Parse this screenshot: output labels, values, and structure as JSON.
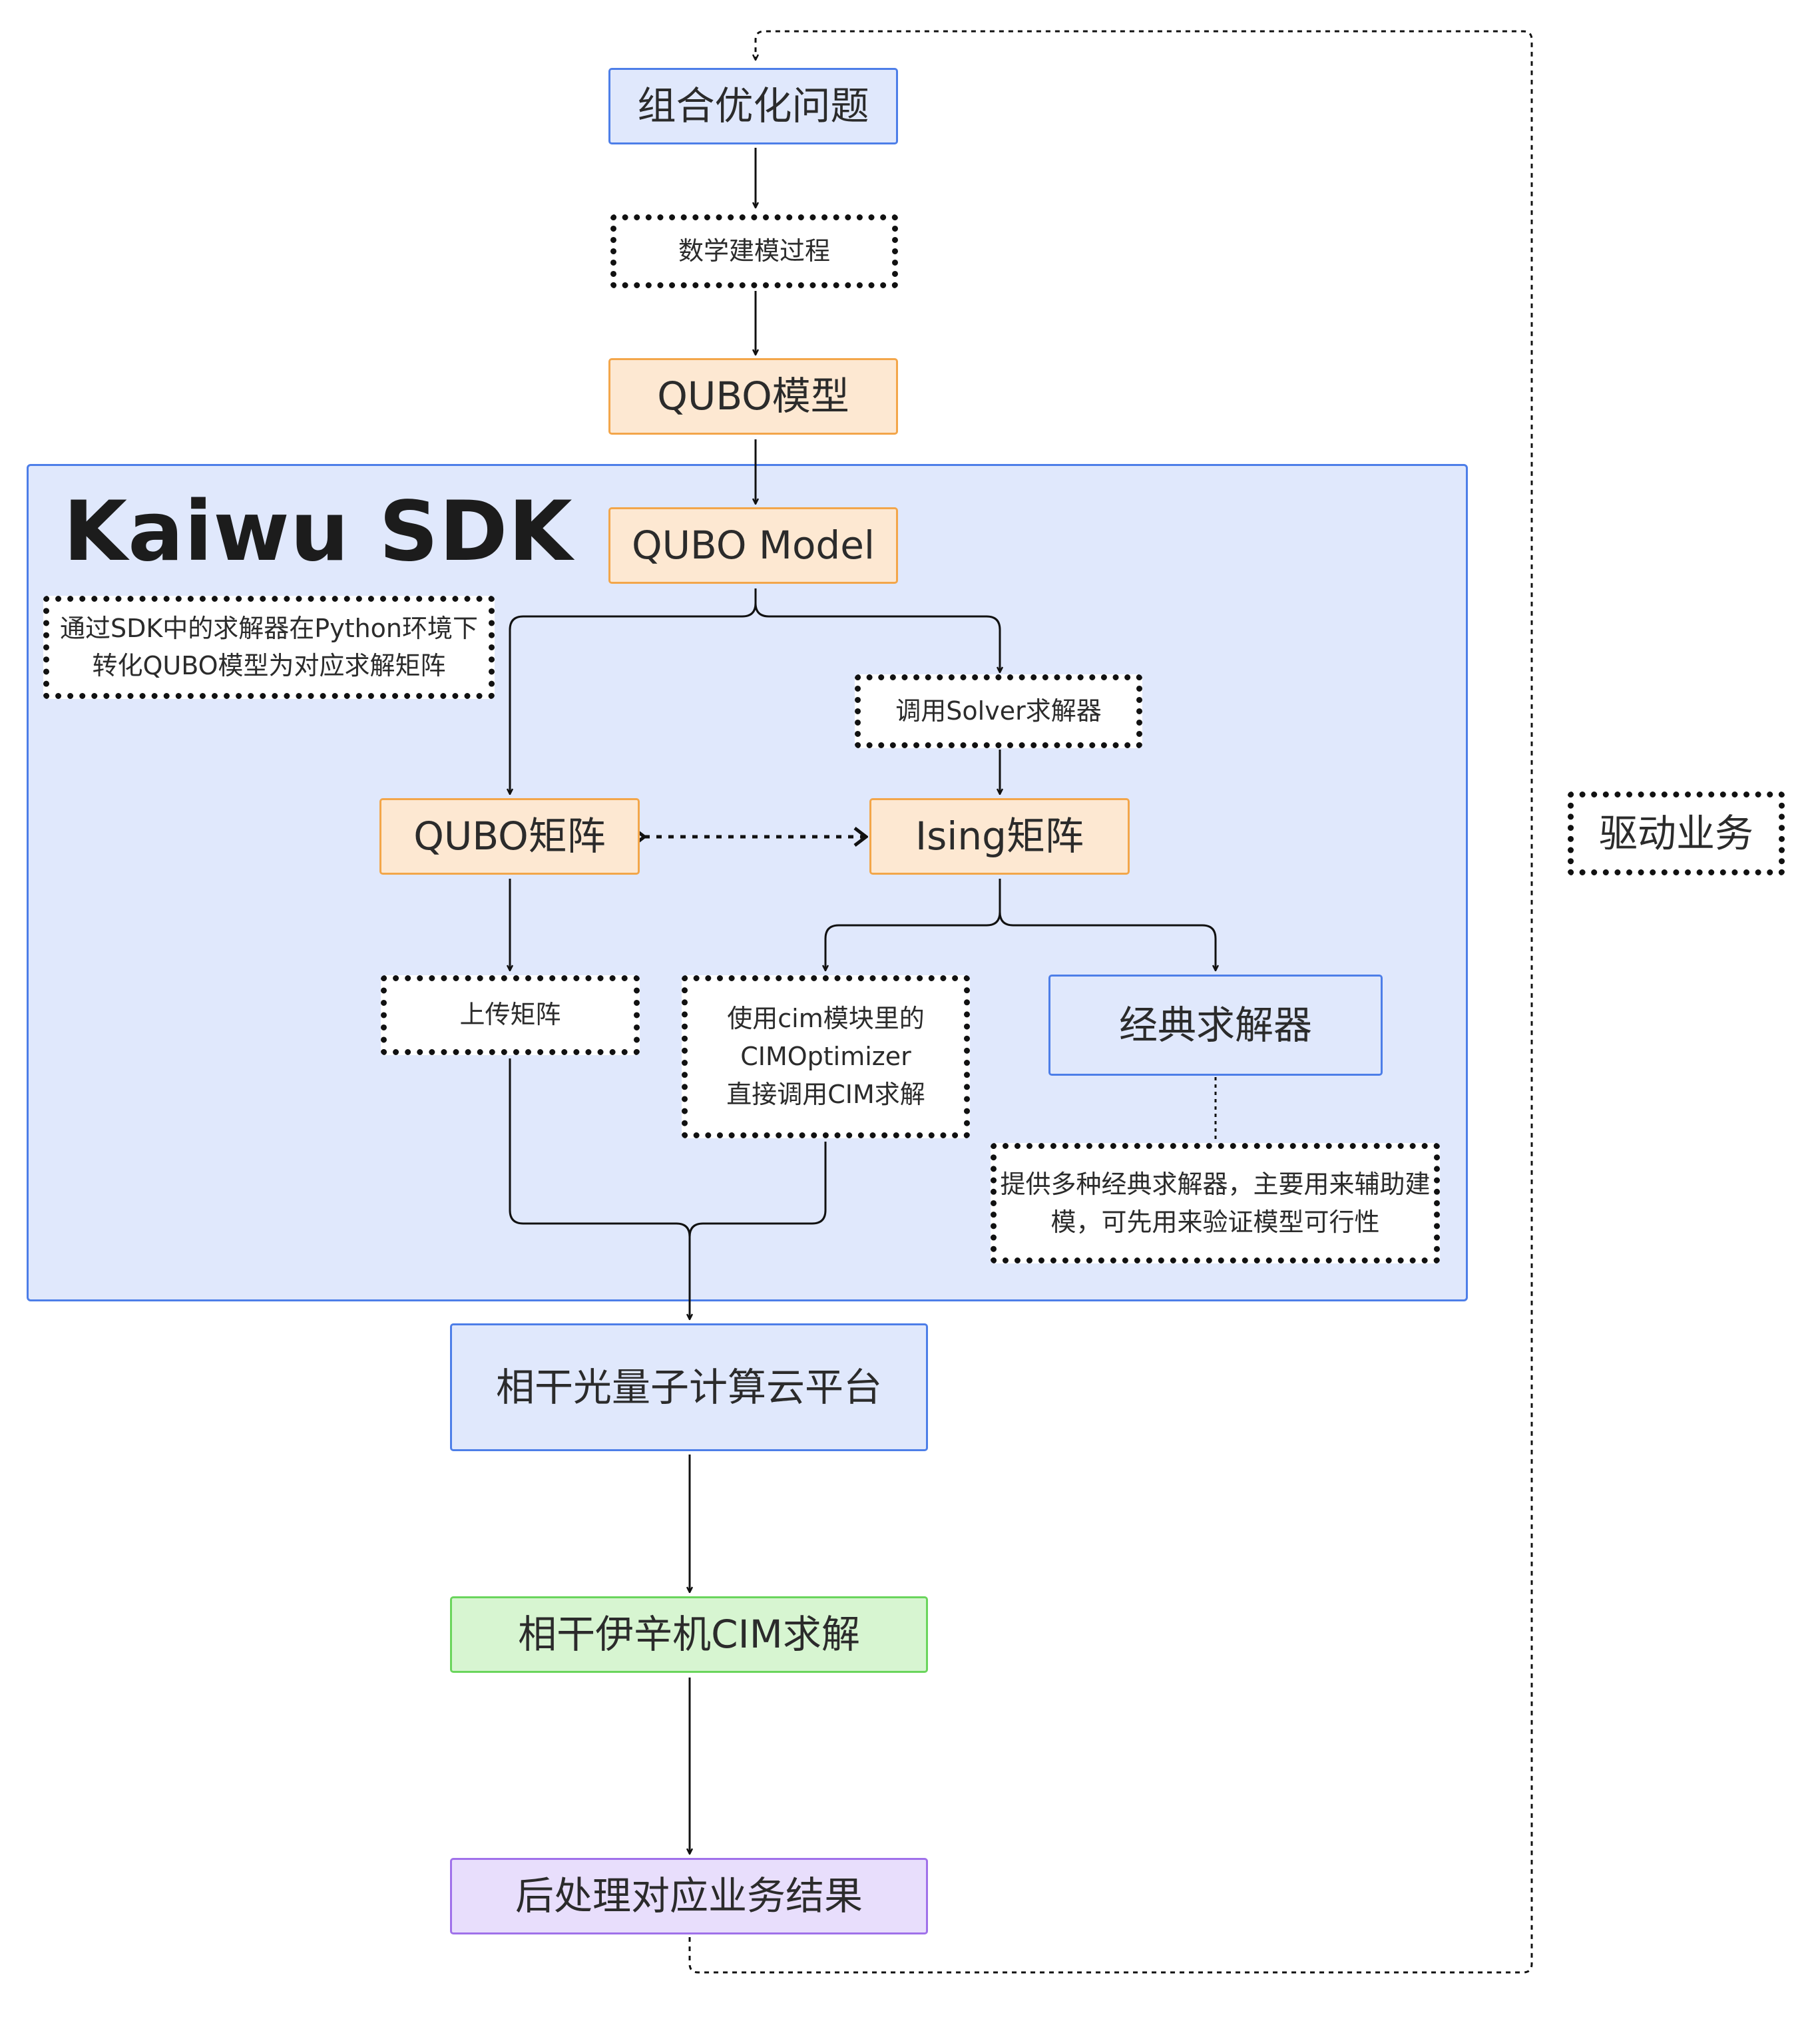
{
  "sdk": {
    "title": "Kaiwu SDK"
  },
  "nodes": {
    "problem": "组合优化问题",
    "modeling": "数学建模过程",
    "qubo_model_cn": "QUBO模型",
    "qubo_model_en": "QUBO Model",
    "sdk_note": "通过SDK中的求解器在Python环境下\n转化QUBO模型为对应求解矩阵",
    "call_solver": "调用Solver求解器",
    "qubo_matrix": "QUBO矩阵",
    "ising_matrix": "Ising矩阵",
    "upload_matrix": "上传矩阵",
    "cim_direct": "使用cim模块里的\nCIMOptimizer\n直接调用CIM求解",
    "classic_solver": "经典求解器",
    "classic_note": "提供多种经典求解器，主要用来辅助建\n模，可先用来验证模型可行性",
    "cloud_platform": "相干光量子计算云平台",
    "cim_solve": "相干伊辛机CIM求解",
    "post_process": "后处理对应业务结果",
    "drive_business": "驱动业务"
  },
  "colors": {
    "blue_fill": "#e0e8fc",
    "blue_border": "#4d7ee8",
    "orange_fill": "#fde8d2",
    "orange_border": "#f3a64a",
    "green_fill": "#d7f5d1",
    "green_border": "#6ad55c",
    "purple_fill": "#e8defc",
    "purple_border": "#a071ea",
    "line": "#111111"
  }
}
